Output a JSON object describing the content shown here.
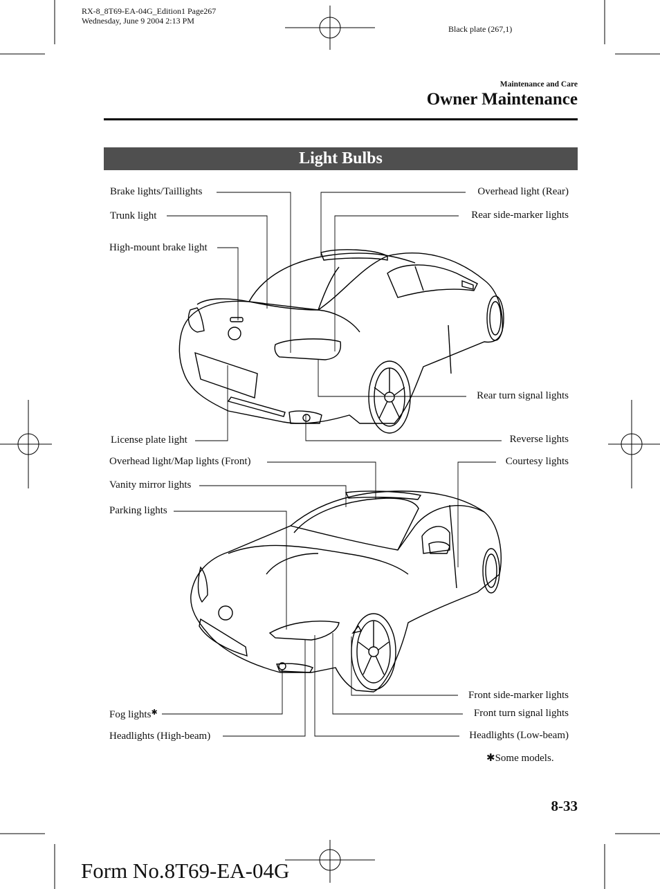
{
  "print_header": {
    "line1": "RX-8_8T69-EA-04G_Edition1 Page267",
    "line2": "Wednesday, June 9 2004 2:13 PM",
    "plate": "Black plate (267,1)"
  },
  "section": {
    "label": "Maintenance and Care",
    "title": "Owner Maintenance"
  },
  "banner": "Light Bulbs",
  "labels": {
    "brake_tail": "Brake lights/Taillights",
    "trunk": "Trunk light",
    "high_mount": "High-mount brake light",
    "overhead_rear": "Overhead light (Rear)",
    "rear_side_marker": "Rear side-marker lights",
    "rear_turn": "Rear turn signal lights",
    "license_plate": "License plate light",
    "reverse": "Reverse lights",
    "overhead_front": "Overhead light/Map lights (Front)",
    "courtesy": "Courtesy lights",
    "vanity": "Vanity mirror lights",
    "parking": "Parking lights",
    "front_side_marker": "Front side-marker lights",
    "fog": "Fog lights",
    "fog_marker": "✱",
    "front_turn": "Front turn signal lights",
    "high_beam": "Headlights (High-beam)",
    "low_beam": "Headlights (Low-beam)"
  },
  "footnote": "✱Some models.",
  "page_number": "8-33",
  "form_number": "Form No.8T69-EA-04G"
}
